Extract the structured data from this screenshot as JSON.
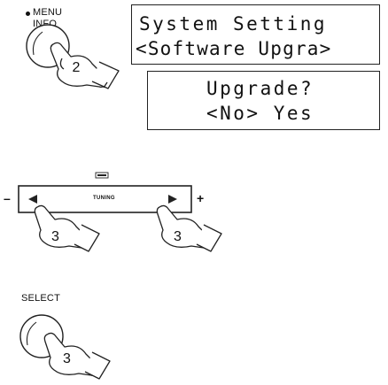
{
  "labels": {
    "menu": "MENU",
    "info": "INFO",
    "select": "SELECT",
    "tuning": "TUNING",
    "minus": "–",
    "plus": "+"
  },
  "steps": {
    "menu_press": "2",
    "left_press": "3",
    "right_press": "3",
    "select_press": "3"
  },
  "display_top": {
    "line1": "System Setting",
    "line2": "<Software Upgra>"
  },
  "display_bottom": {
    "line1": "Upgrade?",
    "line2": "<No> Yes"
  },
  "icons": [
    "bullet-dot-icon",
    "pressing-hand-icon",
    "round-button-icon",
    "left-arrow-icon",
    "right-arrow-icon"
  ]
}
